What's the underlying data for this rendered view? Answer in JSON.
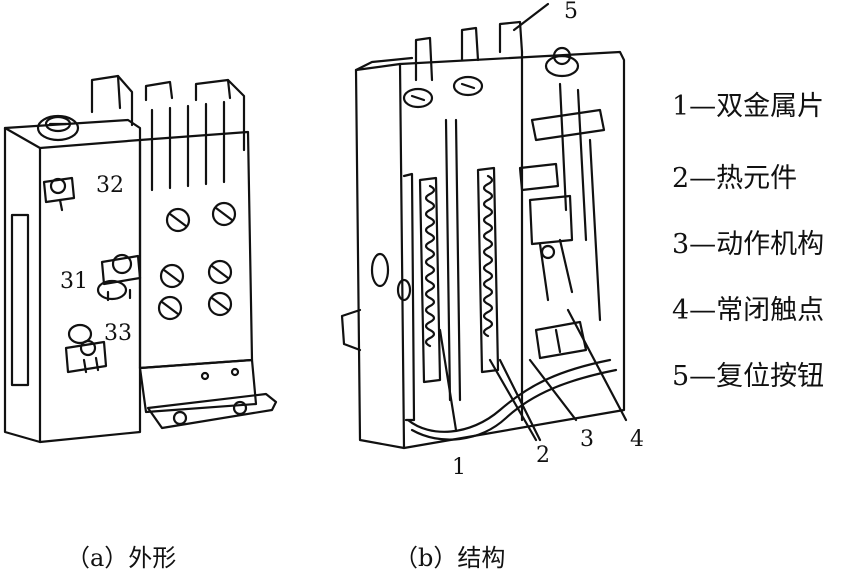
{
  "figure": {
    "panel_a": {
      "caption": "（a）外形",
      "terminal_labels": [
        "32",
        "31",
        "33"
      ]
    },
    "panel_b": {
      "caption": "（b）结构",
      "callouts": [
        "5",
        "1",
        "2",
        "3",
        "4"
      ]
    },
    "legend": [
      {
        "label": "1—双金属片"
      },
      {
        "label": "2—热元件"
      },
      {
        "label": "3—动作机构"
      },
      {
        "label": "4—常闭触点"
      },
      {
        "label": "5—复位按钮"
      }
    ]
  },
  "colors": {
    "ink": "#111111",
    "paper": "#ffffff"
  }
}
